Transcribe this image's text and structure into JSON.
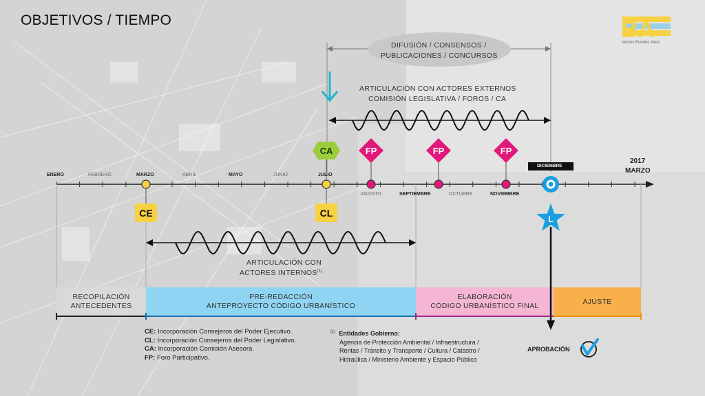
{
  "title": "OBJETIVOS /  TIEMPO",
  "logo": {
    "text": "BA",
    "subtitle": "Vamos Buenos Aires"
  },
  "timeline": {
    "months": [
      "ENERO",
      "FEBRERO",
      "MARZO",
      "ABRIL",
      "MAYO",
      "JUNIO",
      "JULIO",
      "AGOSTO",
      "SEPTIEMBRE",
      "OCTUBRE",
      "NOVIEMBRE"
    ],
    "diciembre_label": "DICIEMBRE",
    "end_year": "2017",
    "end_month": "MARZO"
  },
  "markers": {
    "ce": "CE",
    "cl": "CL",
    "ca": "CA",
    "fp": [
      "FP",
      "FP",
      "FP"
    ],
    "l": "L"
  },
  "annotations": {
    "difusion_line1": "DIFUSIÓN / CONSENSOS /",
    "difusion_line2": "PUBLICACIONES / CONCURSOS",
    "externos_line1": "ARTICULACIÓN CON ACTORES EXTERNOS",
    "externos_line2": "COMISIÓN LEGISLATIVA / FOROS / CA",
    "internos_line1": "ARTICULACIÓN CON",
    "internos_line2": "ACTORES INTERNOS",
    "internos_sup": "(1)"
  },
  "phases": [
    {
      "line1": "RECOPILACIÓN",
      "line2": "ANTECEDENTES",
      "color": "#d9d9d9"
    },
    {
      "line1": "PRE-REDACCIÓN",
      "line2": "ANTEPROYECTO CÓDIGO URBANÍSTICO",
      "color": "#8fd4f2"
    },
    {
      "line1": "ELABORACIÓN",
      "line2": "CÓDIGO URBANÍSTICO FINAL",
      "color": "#f4b6d3"
    },
    {
      "line1": "AJUSTE",
      "line2": "",
      "color": "#f8b04a"
    }
  ],
  "legend_left": [
    {
      "abbr": "CE:",
      "text": " Incorporación Consejeros del Poder Ejecutivo."
    },
    {
      "abbr": "CL:",
      "text": " Incorporación Consejeros del Poder Legislativo."
    },
    {
      "abbr": "CA:",
      "text": " Incorporación Comisión Asesora."
    },
    {
      "abbr": "FP:",
      "text": " Foro Participativo."
    }
  ],
  "legend_right": {
    "sup": "(1)",
    "heading": "Entidades Gobierno:",
    "lines": [
      "Agencia de Protección Ambiental / Infraestructura /",
      "Rentas / Tránsito y Transporte / Cultura / Catastro /",
      "Hidraúlica / Ministerio Ambiente y Espacio Público"
    ]
  },
  "aprobacion": "APROBACIÓN",
  "colors": {
    "yellow": "#f6d142",
    "green": "#9ccc3c",
    "magenta": "#e2197b",
    "blue": "#1aa0e0",
    "teal": "#1fb5cf"
  }
}
